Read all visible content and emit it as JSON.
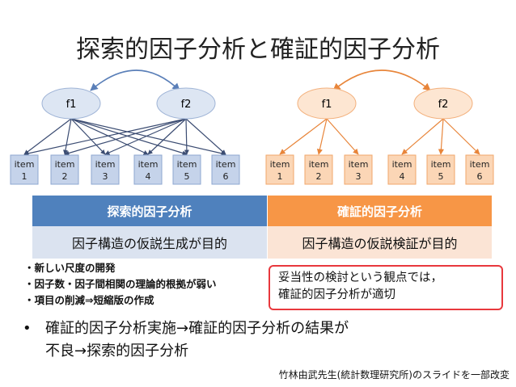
{
  "title": "探索的因子分析と確証的因子分析",
  "colors": {
    "left_factor_fill": "#dde6f3",
    "left_factor_stroke": "#9fb4d6",
    "left_item_fill": "#c5d3ea",
    "left_item_stroke": "#8ea7d0",
    "right_factor_fill": "#fde6d2",
    "right_factor_stroke": "#f3b07c",
    "right_item_fill": "#fbd6b6",
    "right_item_stroke": "#f2a76b",
    "header_left": "#4f81bd",
    "header_right": "#f79646",
    "row_left": "#dbe3f0",
    "row_right": "#fbe4d5",
    "callout_border": "#e8383d"
  },
  "left_model": {
    "factors": [
      "f1",
      "f2"
    ],
    "items": [
      {
        "word": "item",
        "num": "1"
      },
      {
        "word": "item",
        "num": "2"
      },
      {
        "word": "item",
        "num": "3"
      },
      {
        "word": "item",
        "num": "4"
      },
      {
        "word": "item",
        "num": "5"
      },
      {
        "word": "item",
        "num": "6"
      }
    ]
  },
  "right_model": {
    "factors": [
      "f1",
      "f2"
    ],
    "items": [
      {
        "word": "item",
        "num": "1"
      },
      {
        "word": "item",
        "num": "2"
      },
      {
        "word": "item",
        "num": "3"
      },
      {
        "word": "item",
        "num": "4"
      },
      {
        "word": "item",
        "num": "5"
      },
      {
        "word": "item",
        "num": "6"
      }
    ]
  },
  "table": {
    "header_left": "探索的因子分析",
    "header_right": "確証的因子分析",
    "row_left": "因子構造の仮説生成が目的",
    "row_right": "因子構造の仮説検証が目的"
  },
  "notes": [
    "・新しい尺度の開発",
    "・因子数・因子間相関の理論的根拠が弱い",
    "・項目の削減⇒短縮版の作成"
  ],
  "callout": {
    "line1": "妥当性の検討という観点では，",
    "line2": "確証的因子分析が適切"
  },
  "bullet": {
    "dot": "•",
    "line1": "確証的因子分析実施→確証的因子分析の結果が",
    "line2": "不良→探索的因子分析"
  },
  "credit": "竹林由武先生(統計数理研究所)のスライドを一部改変"
}
